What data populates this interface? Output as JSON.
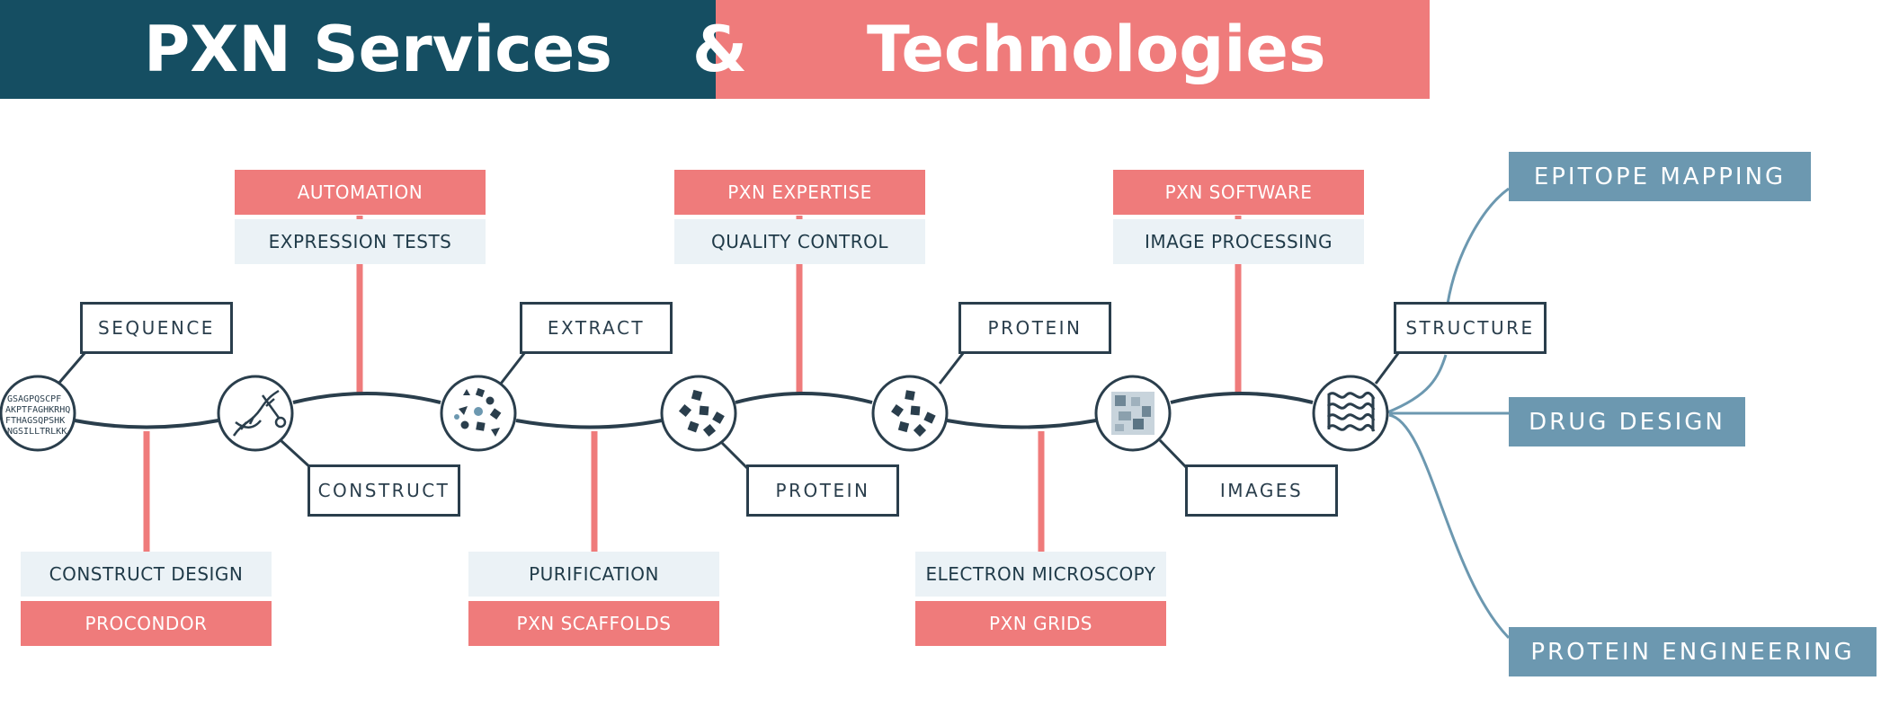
{
  "header": {
    "left": "PXN Services",
    "amp": "&",
    "right": "Technologies"
  },
  "colors": {
    "navy": "#154e62",
    "coral": "#ef7b7b",
    "light": "#ebf2f6",
    "steel": "#6c98b0",
    "line": "#2a3e4c"
  },
  "steps": [
    {
      "icon": "sequence-text-icon",
      "sequence_lines": [
        "GSAGPQSCPF",
        "AKPTFAGHKRHQ",
        "FTHAGSQPSHK",
        "NGSILLTRLKK"
      ],
      "output": "SEQUENCE"
    },
    {
      "icon": "dna-tools-icon",
      "output": "CONSTRUCT"
    },
    {
      "icon": "cell-extract-icon",
      "output": "EXTRACT"
    },
    {
      "icon": "protein-particles-icon",
      "output": "PROTEIN"
    },
    {
      "icon": "protein-particles-qc-icon",
      "output": "PROTEIN"
    },
    {
      "icon": "micrograph-image-icon",
      "output": "IMAGES"
    },
    {
      "icon": "helix-structure-icon",
      "output": "STRUCTURE"
    }
  ],
  "upper_tags": [
    {
      "technology": "AUTOMATION",
      "service": "EXPRESSION TESTS"
    },
    {
      "technology": "PXN EXPERTISE",
      "service": "QUALITY CONTROL"
    },
    {
      "technology": "PXN SOFTWARE",
      "service": "IMAGE PROCESSING"
    }
  ],
  "lower_tags": [
    {
      "service": "CONSTRUCT DESIGN",
      "technology": "PROCONDOR"
    },
    {
      "service": "PURIFICATION",
      "technology": "PXN SCAFFOLDS"
    },
    {
      "service": "ELECTRON MICROSCOPY",
      "technology": "PXN GRIDS"
    }
  ],
  "applications": [
    "EPITOPE MAPPING",
    "DRUG DESIGN",
    "PROTEIN ENGINEERING"
  ]
}
